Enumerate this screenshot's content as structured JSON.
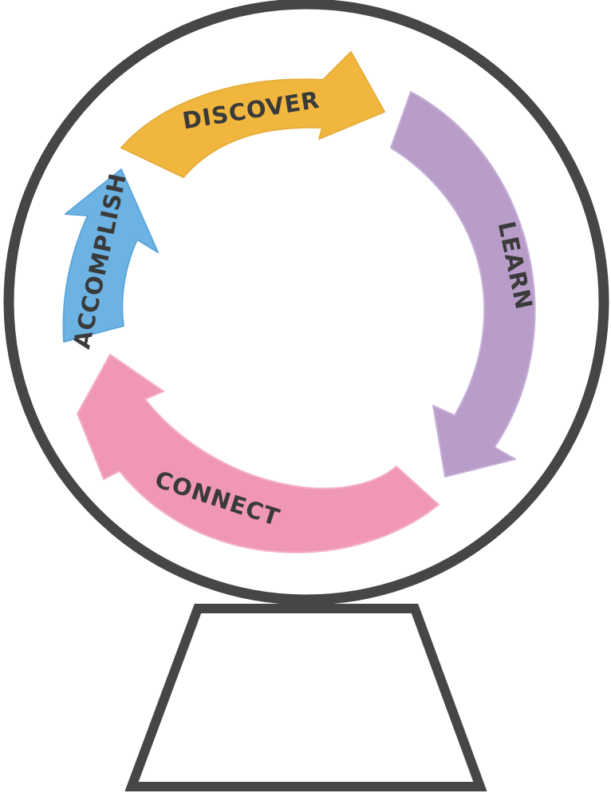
{
  "colors": {
    "outline": "#464646",
    "discover": "#F0B63E",
    "learn": "#B89DC8",
    "connect": "#F097B6",
    "accomplish": "#6CB2E2",
    "text": "#3a3a3a"
  },
  "cycle": {
    "steps": [
      {
        "label": "DISCOVER",
        "color_key": "discover"
      },
      {
        "label": "LEARN",
        "color_key": "learn"
      },
      {
        "label": "CONNECT",
        "color_key": "connect"
      },
      {
        "label": "ACCOMPLISH",
        "color_key": "accomplish"
      }
    ]
  }
}
